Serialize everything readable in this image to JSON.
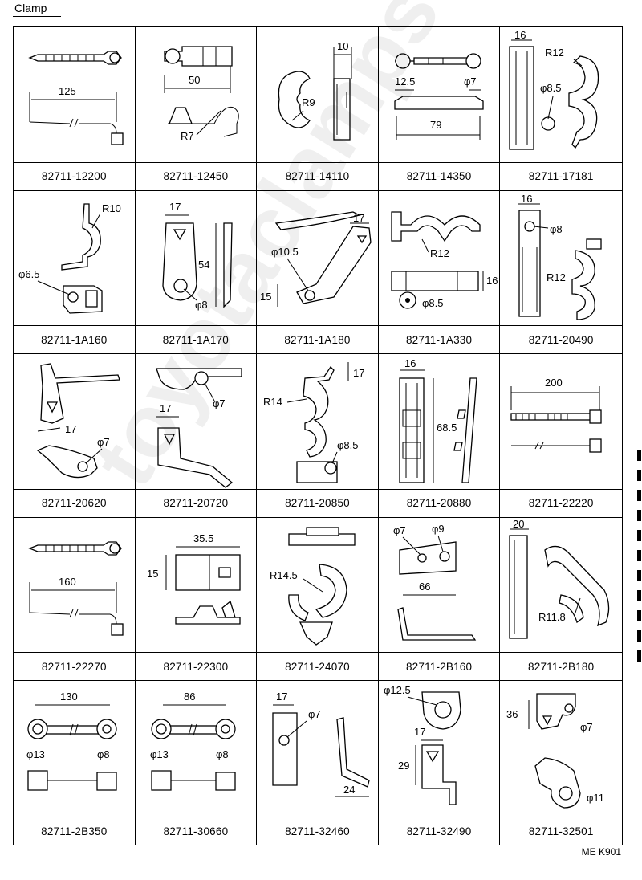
{
  "header": {
    "title": "Clamp"
  },
  "footer": {
    "code": "ME K901"
  },
  "watermark": {
    "text": "toyotaclamps"
  },
  "parts": [
    {
      "part_no": "82711-12200",
      "dims": [
        "125"
      ]
    },
    {
      "part_no": "82711-12450",
      "dims": [
        "50",
        "R7"
      ]
    },
    {
      "part_no": "82711-14110",
      "dims": [
        "10",
        "R9"
      ]
    },
    {
      "part_no": "82711-14350",
      "dims": [
        "12.5",
        "φ7",
        "79"
      ]
    },
    {
      "part_no": "82711-17181",
      "dims": [
        "16",
        "R12",
        "φ8.5"
      ]
    },
    {
      "part_no": "82711-1A160",
      "dims": [
        "R10",
        "φ6.5"
      ]
    },
    {
      "part_no": "82711-1A170",
      "dims": [
        "17",
        "54",
        "φ8"
      ]
    },
    {
      "part_no": "82711-1A180",
      "dims": [
        "17",
        "φ10.5",
        "15"
      ]
    },
    {
      "part_no": "82711-1A330",
      "dims": [
        "R12",
        "16",
        "φ8.5"
      ]
    },
    {
      "part_no": "82711-20490",
      "dims": [
        "16",
        "φ8",
        "R12"
      ]
    },
    {
      "part_no": "82711-20620",
      "dims": [
        "17",
        "φ7"
      ]
    },
    {
      "part_no": "82711-20720",
      "dims": [
        "17",
        "φ7"
      ]
    },
    {
      "part_no": "82711-20850",
      "dims": [
        "17",
        "R14",
        "φ8.5"
      ]
    },
    {
      "part_no": "82711-20880",
      "dims": [
        "16",
        "68.5"
      ]
    },
    {
      "part_no": "82711-22220",
      "dims": [
        "200"
      ]
    },
    {
      "part_no": "82711-22270",
      "dims": [
        "160"
      ]
    },
    {
      "part_no": "82711-22300",
      "dims": [
        "35.5",
        "15"
      ]
    },
    {
      "part_no": "82711-24070",
      "dims": [
        "R14.5"
      ]
    },
    {
      "part_no": "82711-2B160",
      "dims": [
        "φ7",
        "φ9",
        "66"
      ]
    },
    {
      "part_no": "82711-2B180",
      "dims": [
        "20",
        "R11.8"
      ]
    },
    {
      "part_no": "82711-2B350",
      "dims": [
        "130",
        "φ13",
        "φ8"
      ]
    },
    {
      "part_no": "82711-30660",
      "dims": [
        "86",
        "φ13",
        "φ8"
      ]
    },
    {
      "part_no": "82711-32460",
      "dims": [
        "17",
        "φ7",
        "24"
      ]
    },
    {
      "part_no": "82711-32490",
      "dims": [
        "φ12.5",
        "17",
        "29"
      ]
    },
    {
      "part_no": "82711-32501",
      "dims": [
        "36",
        "φ7",
        "φ11"
      ]
    }
  ]
}
